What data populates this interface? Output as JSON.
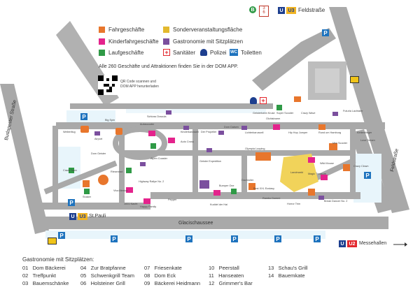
{
  "transit_top": {
    "bus_label": "B",
    "line_top": "3",
    "line_bottom": "6",
    "u_label": "U",
    "line": "U3",
    "station": "Feldstraße"
  },
  "legend": [
    {
      "label": "Fahrgeschäfte",
      "color": "#e8762c"
    },
    {
      "label": "Sonderveranstaltungsfläche",
      "color": "#e3b92e"
    },
    {
      "label": "Kinderfahrgeschäfte",
      "color": "#e4238c"
    },
    {
      "label": "Gastronomie mit Sitzplätzen",
      "color": "#7b4f9e"
    },
    {
      "label": "Laufgeschäfte",
      "color": "#2f9a46"
    },
    {
      "label": "Sanitäter",
      "color": "#e3262c"
    },
    {
      "label": "Polizei",
      "color": "#1d3f8f"
    },
    {
      "label": "Toiletten",
      "color": "#1e73be"
    }
  ],
  "wc_label": "WC",
  "app_note": "Alle 260 Geschäfte und Attraktionen finden Sie in der DOM APP.",
  "qr_text_1": "QR Code scannen und",
  "qr_text_2": "DOM APP herunterladen",
  "streets": {
    "budapester": "Budapester Straße",
    "feldstrasse": "Feldstraße",
    "glacis": "Glacischaussee",
    "messehallen": "Messehallen"
  },
  "transit_left": {
    "u_label": "U",
    "line": "U3",
    "station": "St.Pauli"
  },
  "transit_right": {
    "u_label": "U",
    "line": "U2"
  },
  "parking_label": "P",
  "place_labels": [
    "Wellenflug",
    "Big Spin",
    "Autoscooter",
    "Schloss Dracula",
    "Kinderkarussell",
    "Der Propeller",
    "Dom Daisen",
    "Lichterkarussell",
    "Super Scooter",
    "Crazy Wave",
    "Futuria Lachtaler",
    "Kettenflieger",
    "Hip Hop Jumper",
    "Rund um Hamburg",
    "Airport",
    "Dom Geister",
    "Crazy Town",
    "Riesenrad",
    "Auto Cross",
    "Alpen Coaster",
    "Olympia Looping",
    "Geister Expedition",
    "Mini Scooter",
    "Wild Mouse",
    "Love Dream",
    "Crazy Clown",
    "Shaker",
    "Viva Mexico",
    "Highway Rallye No. 2",
    "Bumper One",
    "Dachroller",
    "Best XXL Ecstasy",
    "Magic Treasure",
    "1001 Nacht",
    "Happy Family",
    "Pepper",
    "Kuddel der Hai",
    "Rambo Dommi",
    "Horror Trim",
    "Break Dancer No. 2",
    "Geisterbahn Kruse",
    "Olchistroem"
  ],
  "special_area": "Landmarkt",
  "gastro_title": "Gastronomie mit Sitzplätzen:",
  "gastro": [
    {
      "num": "01",
      "name": "Dom Bäckerei"
    },
    {
      "num": "02",
      "name": "Treffpunkt"
    },
    {
      "num": "03",
      "name": "Bauemschänke"
    },
    {
      "num": "04",
      "name": "Zur Bratpfanne"
    },
    {
      "num": "05",
      "name": "Schwenkgrill Team"
    },
    {
      "num": "06",
      "name": "Holsteiner Grill"
    },
    {
      "num": "07",
      "name": "Friesenkate"
    },
    {
      "num": "08",
      "name": "Dom Eck"
    },
    {
      "num": "09",
      "name": "Bäckerei Heidmann"
    },
    {
      "num": "10",
      "name": "Peerstall"
    },
    {
      "num": "11",
      "name": "Hanseaten"
    },
    {
      "num": "12",
      "name": "Grimmer's Bar"
    },
    {
      "num": "13",
      "name": "Schau's Grill"
    },
    {
      "num": "14",
      "name": "Bauemkate"
    }
  ],
  "colors": {
    "road": "#a9a9a9",
    "green": "#e8f5fb",
    "building": "#bdbdbd",
    "bg": "#ffffff"
  }
}
